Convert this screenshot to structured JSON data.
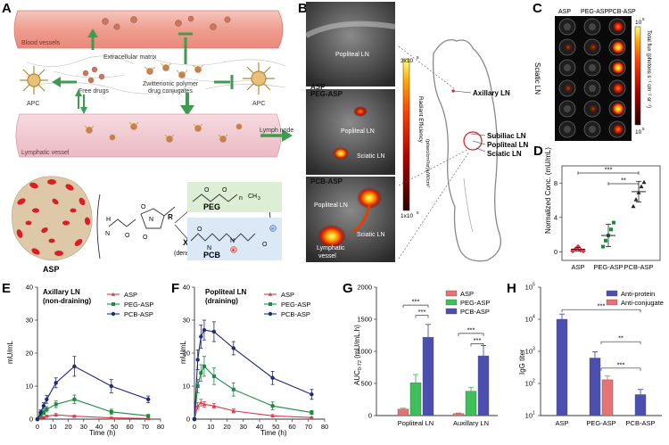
{
  "panel_letters": {
    "A": "A",
    "B": "B",
    "C": "C",
    "D": "D",
    "E": "E",
    "F": "F",
    "G": "G",
    "H": "H"
  },
  "panel_a": {
    "blood_vessels": "Blood vessels",
    "extracellular_matrix": "Extracellular matrix",
    "free_drugs": "Free drugs",
    "conjugates_line1": "Zwitterionic polymer",
    "conjugates_line2": "drug conjugates",
    "apc": "APC",
    "lymphatic_vessel": "Lymphatic vessel",
    "lymph_node": "Lymph node",
    "asp": "ASP",
    "peg": "PEG",
    "pcb": "PCB",
    "x_label": "X",
    "density": "(density)",
    "r_label": "R",
    "n_label": "n",
    "ch3": "CH",
    "sub3": "3",
    "h_label": "H",
    "n_atom": "N",
    "o_atom": "O",
    "plus": "+",
    "minus": "−"
  },
  "panel_b": {
    "asp_label": "ASP",
    "peg_label": "PEG-ASP",
    "pcb_label": "PCB-ASP",
    "popliteal": "Popliteal LN",
    "sciatic": "Sciatic LN",
    "lymphatic_line1": "Lymphatic",
    "lymphatic_line2": "vessel",
    "scale_max": "3x10",
    "scale_max_exp": "8",
    "scale_min": "1x10",
    "scale_min_exp": "6",
    "scale_title": "Radiant Efficiency",
    "scale_units": "(p/sec/cm²/sr)/μW/cm²",
    "mouse_labels": [
      "Axillary LN",
      "Subiliac LN",
      "Popliteal LN",
      "Sciatic LN"
    ]
  },
  "panel_c": {
    "columns": [
      "ASP",
      "PEG-ASP",
      "PCB-ASP"
    ],
    "row_label": "Sciatic LN",
    "scale_top": "10",
    "scale_top_exp": "6",
    "scale_bottom": "10",
    "scale_bottom_exp": "5",
    "scale_title": "Total flux (photons s⁻¹ cm⁻² sr⁻¹)"
  },
  "colors": {
    "asp": "#d9394a",
    "peg": "#1a8a3c",
    "pcb": "#1f2a7a",
    "bar_red": "#e57373",
    "bar_green": "#3fbf5a",
    "bar_blue": "#4a4fb0"
  },
  "chart_data": [
    {
      "id": "D",
      "type": "scatter",
      "ylabel": "Normalized Conc. (mU/mL)",
      "categories": [
        "ASP",
        "PEG-ASP",
        "PCB-ASP"
      ],
      "ylim": [
        -1,
        10
      ],
      "yticks": [
        0,
        4,
        8
      ],
      "points": [
        [
          0.1,
          0.3,
          0.6,
          0.2,
          0.1
        ],
        [
          0.6,
          1.3,
          1.9,
          2.6,
          3.4
        ],
        [
          5.3,
          6.1,
          6.9,
          7.6,
          8.1
        ]
      ],
      "means": [
        0.3,
        1.9,
        7.0
      ],
      "errors": [
        0.2,
        1.3,
        1.2
      ],
      "significance": [
        {
          "from": 0,
          "to": 2,
          "label": "***"
        },
        {
          "from": 1,
          "to": 2,
          "label": "**"
        }
      ]
    },
    {
      "id": "E",
      "type": "line",
      "title_line1": "Axillary LN",
      "title_line2": "(non-draining)",
      "xlabel": "Time (h)",
      "ylabel": "mU/mL",
      "xlim": [
        0,
        80
      ],
      "ylim": [
        0,
        40
      ],
      "xticks": [
        0,
        10,
        20,
        30,
        40,
        50,
        60,
        70,
        80
      ],
      "yticks": [
        0,
        10,
        20,
        30,
        40
      ],
      "x": [
        0,
        2,
        4,
        6,
        12,
        24,
        48,
        72
      ],
      "series": [
        {
          "name": "ASP",
          "values": [
            0,
            0.3,
            0.6,
            0.9,
            1.3,
            0.9,
            0.4,
            0.2
          ],
          "errors": [
            0,
            0.2,
            0.2,
            0.3,
            0.4,
            0.3,
            0.2,
            0.1
          ]
        },
        {
          "name": "PEG-ASP",
          "values": [
            0,
            1,
            2,
            3,
            4.5,
            6,
            2.2,
            1
          ],
          "errors": [
            0,
            0.4,
            0.6,
            0.8,
            1,
            1.3,
            0.8,
            0.4
          ]
        },
        {
          "name": "PCB-ASP",
          "values": [
            0,
            2,
            4,
            6,
            11,
            16,
            10,
            6
          ],
          "errors": [
            0,
            0.8,
            1,
            1.2,
            1.5,
            3,
            2,
            1
          ]
        }
      ]
    },
    {
      "id": "F",
      "type": "line",
      "title_line1": "Popliteal LN",
      "title_line2": "(draining)",
      "xlabel": "Time (h)",
      "ylabel": "mU/mL",
      "xlim": [
        0,
        80
      ],
      "ylim": [
        0,
        40
      ],
      "xticks": [
        0,
        10,
        20,
        30,
        40,
        50,
        60,
        70,
        80
      ],
      "yticks": [
        0,
        10,
        20,
        30,
        40
      ],
      "x": [
        0,
        2,
        4,
        6,
        12,
        24,
        48,
        72
      ],
      "series": [
        {
          "name": "ASP",
          "values": [
            0,
            4,
            5,
            4.5,
            4,
            2.5,
            1,
            0.5
          ],
          "errors": [
            0,
            1,
            1,
            0.8,
            0.7,
            0.6,
            0.4,
            0.2
          ]
        },
        {
          "name": "PEG-ASP",
          "values": [
            0,
            10,
            14,
            16,
            13,
            9,
            4,
            2
          ],
          "errors": [
            0,
            2,
            2.5,
            3,
            2.5,
            2,
            1.2,
            0.6
          ]
        },
        {
          "name": "PCB-ASP",
          "values": [
            0,
            18,
            25,
            27,
            26.5,
            21.5,
            12.5,
            7.5
          ],
          "errors": [
            0,
            3,
            3.5,
            3,
            3,
            2,
            2,
            1.5
          ]
        }
      ]
    },
    {
      "id": "G",
      "type": "bar",
      "ylabel": "AUC",
      "ylabel_sub": "0-72",
      "ylabel_units": " (mU/mL.h)",
      "categories": [
        "Popliteal LN",
        "Auxillary LN"
      ],
      "ylim": [
        0,
        2000
      ],
      "yticks": [
        0,
        500,
        1000,
        1500,
        2000
      ],
      "series": [
        {
          "name": "ASP",
          "values": [
            100,
            30
          ],
          "errors": [
            15,
            10
          ]
        },
        {
          "name": "PEG-ASP",
          "values": [
            510,
            380
          ],
          "errors": [
            130,
            60
          ]
        },
        {
          "name": "PCB-ASP",
          "values": [
            1220,
            930
          ],
          "errors": [
            200,
            160
          ]
        }
      ],
      "significance": [
        {
          "group": 0,
          "from": 0,
          "to": 2,
          "label": "***",
          "y": 1720
        },
        {
          "group": 0,
          "from": 1,
          "to": 2,
          "label": "***",
          "y": 1560
        },
        {
          "group": 1,
          "from": 0,
          "to": 2,
          "label": "***",
          "y": 1280
        },
        {
          "group": 1,
          "from": 1,
          "to": 2,
          "label": "***",
          "y": 1120
        }
      ]
    },
    {
      "id": "H",
      "type": "bar",
      "ylabel": "IgG titer",
      "yscale": "log",
      "categories": [
        "ASP",
        "PEG-ASP",
        "PCB-ASP"
      ],
      "ylim": [
        10,
        100000
      ],
      "yticks": [
        1,
        2,
        3,
        4,
        5
      ],
      "ytick_base": "10",
      "series": [
        {
          "name": "Anti-protein",
          "values": [
            10000,
            620,
            45
          ],
          "errors": [
            4500,
            350,
            20
          ]
        },
        {
          "name": "Anti-conjugate",
          "values": [
            null,
            130,
            null
          ],
          "errors": [
            null,
            40,
            null
          ]
        }
      ],
      "significance": [
        {
          "from": 0,
          "to": 2,
          "label": "***",
          "y": 20000
        },
        {
          "from": 1,
          "to": 2,
          "label": "**",
          "y": 2000
        },
        {
          "from": 1,
          "to": 2,
          "label": "***",
          "y": 300
        }
      ]
    }
  ]
}
